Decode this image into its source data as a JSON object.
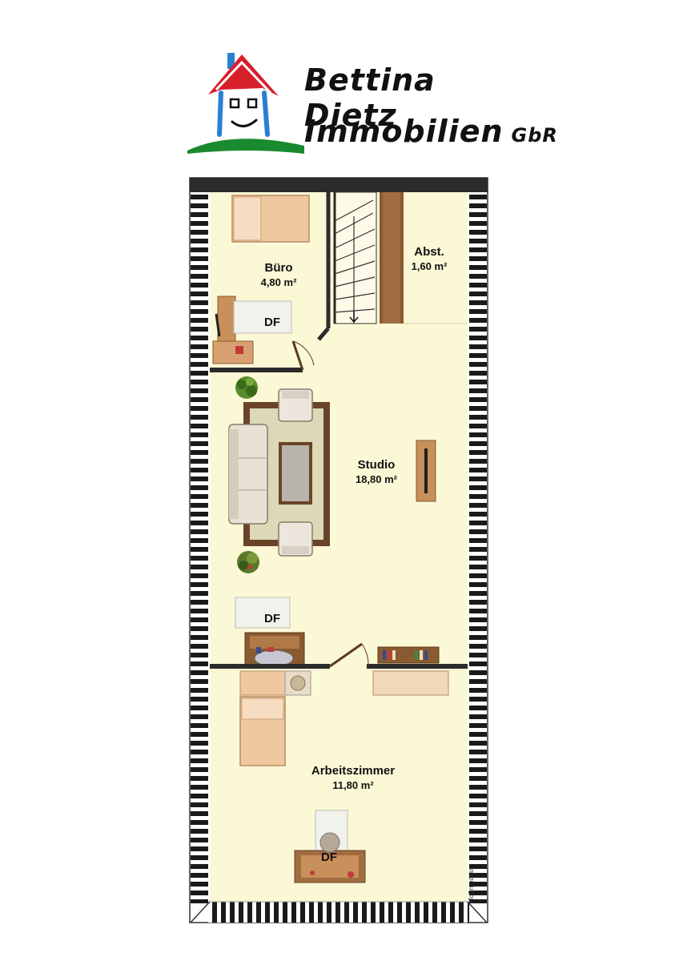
{
  "logo": {
    "line1": "Bettina Dietz",
    "line2": "Immobilien",
    "suffix": "GbR"
  },
  "rooms": {
    "buero": {
      "name": "Büro",
      "area": "4,80 m²"
    },
    "abst": {
      "name": "Abst.",
      "area": "1,60 m²"
    },
    "studio": {
      "name": "Studio",
      "area": "18,80 m²"
    },
    "arbeitszimmer": {
      "name": "Arbeitszimmer",
      "area": "11,80 m²"
    }
  },
  "skylights": {
    "label": "DF"
  },
  "credit": "McGrundriss",
  "colors": {
    "floor": "#fbf8d6",
    "wall": "#2b2b2b",
    "roof-hatch": "#1a1a1a",
    "logo-roof": "#d61f2b",
    "logo-walls": "#2a7fd1",
    "logo-grass": "#1a8a2e"
  }
}
